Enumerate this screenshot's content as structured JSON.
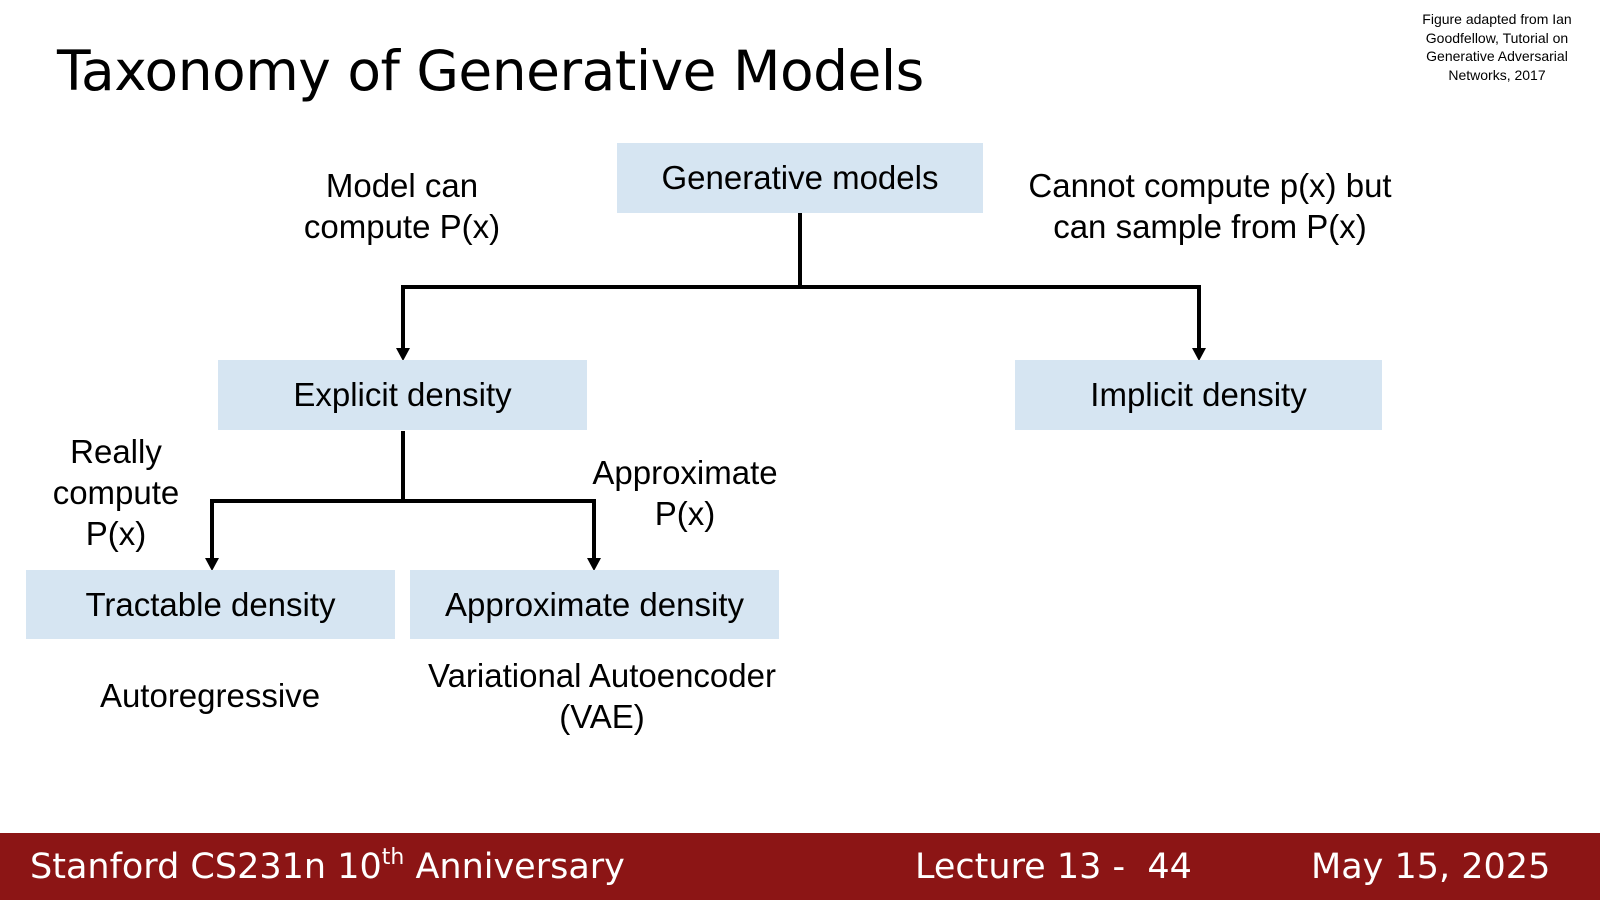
{
  "slide": {
    "title": "Taxonomy of Generative Models",
    "credit": [
      "Figure adapted from Ian",
      "Goodfellow, Tutorial on",
      "Generative Adversarial",
      "Networks, 2017"
    ]
  },
  "diagram": {
    "nodes": {
      "root": "Generative models",
      "explicit": "Explicit density",
      "implicit": "Implicit density",
      "tractable": "Tractable density",
      "approximate": "Approximate density"
    },
    "edge_labels": {
      "explicit": [
        "Model can",
        "compute P(x)"
      ],
      "implicit": [
        "Cannot compute p(x) but",
        "can sample from P(x)"
      ],
      "tractable": [
        "Really",
        "compute",
        "P(x)"
      ],
      "approximate": [
        "Approximate",
        "P(x)"
      ]
    },
    "examples": {
      "tractable": [
        "Autoregressive"
      ],
      "approximate": [
        "Variational Autoencoder",
        "(VAE)"
      ]
    }
  },
  "footer": {
    "course_prefix": "Stanford CS231n 10",
    "course_sup": "th",
    "course_suffix": " Anniversary",
    "lecture": "Lecture 13 -  44",
    "date": "May 15, 2025"
  },
  "colors": {
    "box_fill": "#d6e5f2",
    "footer_bg": "#8c1515",
    "footer_text": "#ffffff",
    "line": "#000000"
  }
}
